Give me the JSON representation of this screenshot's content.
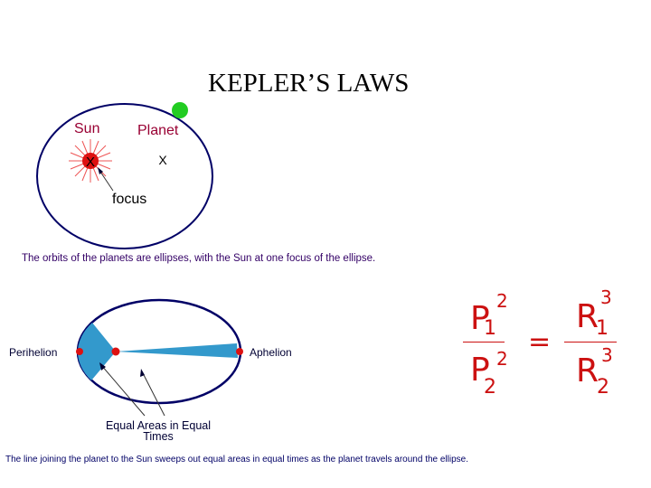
{
  "title": "KEPLER’S LAWS",
  "law1": {
    "sun_label": "Sun",
    "planet_label": "Planet",
    "sun_mark": "X",
    "focus_mark": "X",
    "focus_label": "focus",
    "caption": "The orbits of the planets are ellipses, with the Sun at one focus of the ellipse."
  },
  "law2": {
    "perihelion_label": "Perihelion",
    "aphelion_label": "Aphelion",
    "equal_areas_label": "Equal Areas in Equal Times",
    "caption": "The line joining the planet to the Sun sweeps out equal areas in equal times as the planet travels around the ellipse."
  },
  "law3": {
    "p": "P",
    "r": "R",
    "sub1": "1",
    "sub2": "2",
    "exp_p": "2",
    "exp_r": "3",
    "equals": "="
  },
  "colors": {
    "ellipse": "#000066",
    "planet": "#22cc22",
    "sun": "#dd1111",
    "swept_area": "#3399cc",
    "formula": "#cc1111",
    "labels": "#990033"
  }
}
